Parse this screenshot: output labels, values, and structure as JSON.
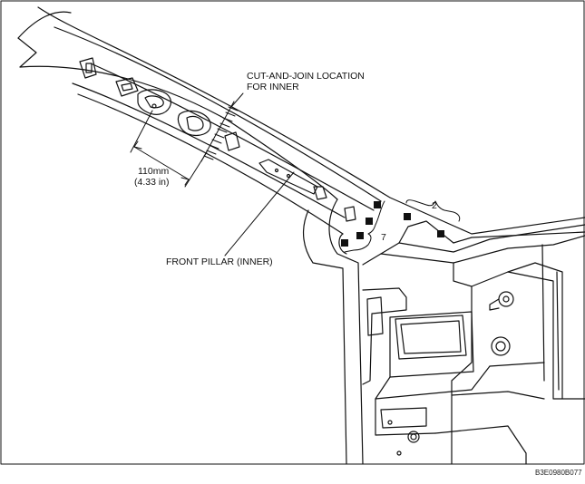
{
  "labels": {
    "cut_join_line1": "CUT-AND-JOIN LOCATION",
    "cut_join_line2": "FOR INNER",
    "dimension_mm": "110mm",
    "dimension_in": "(4.33 in)",
    "front_pillar": "FRONT PILLAR (INNER)",
    "callout_2": "2",
    "callout_7": "7",
    "figure_code": "B3E0980B077"
  },
  "colors": {
    "line": "#111111",
    "background": "#ffffff"
  }
}
